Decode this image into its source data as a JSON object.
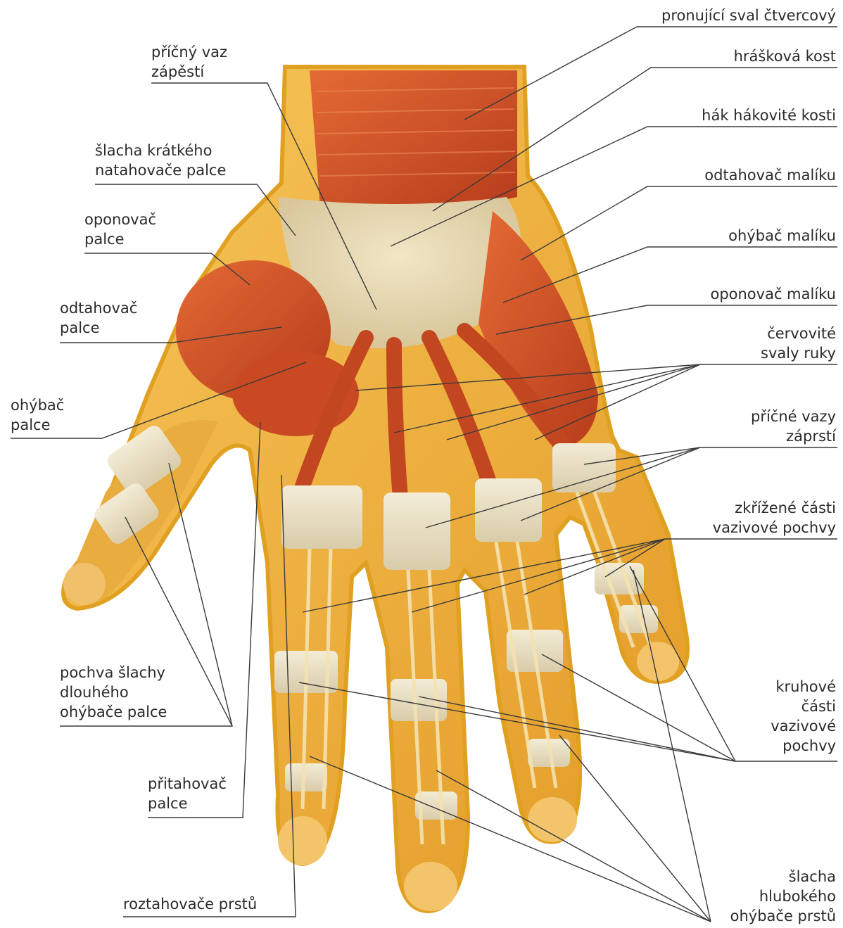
{
  "colors": {
    "skin": "#f2b445",
    "skin_dark": "#d98c1a",
    "muscle": "#d9542b",
    "muscle_dark": "#a8331a",
    "tendon": "#ece3c6",
    "line": "#3a3a3a"
  },
  "labels": {
    "right": {
      "pronator": "pronující sval čtvercový",
      "pisiform": "hrášková kost",
      "hamulus": "hák hákovité kosti",
      "abductor_minimi": "odtahovač malíku",
      "flexor_minimi": "ohýbač malíku",
      "opponens_minimi": "oponovač malíku",
      "lumbricals": [
        "červovité",
        "svaly ruky"
      ],
      "transverse_ligaments": [
        "příčné vazy",
        "záprstí"
      ],
      "cruciate": [
        "zkřížené části",
        "vazivové pochvy"
      ],
      "annular": [
        "kruhové",
        "části",
        "vazivové",
        "pochvy"
      ],
      "profundus": [
        "šlacha",
        "hlubokého",
        "ohýbače prstů"
      ]
    },
    "left": {
      "transverse_carpal": [
        "příčný vaz",
        "zápěstí"
      ],
      "extensor_brevis": [
        "šlacha krátkého",
        "natahovače palce"
      ],
      "opponens_pollicis": [
        "oponovač",
        "palce"
      ],
      "abductor_pollicis": [
        "odtahovač",
        "palce"
      ],
      "flexor_pollicis": [
        "ohýbač",
        "palce"
      ],
      "sheath_longus": [
        "pochva šlachy",
        "dlouhého",
        "ohýbače palce"
      ],
      "adductor_pollicis": [
        "přitahovač",
        "palce"
      ],
      "extensors": "roztahovače prstů"
    }
  }
}
